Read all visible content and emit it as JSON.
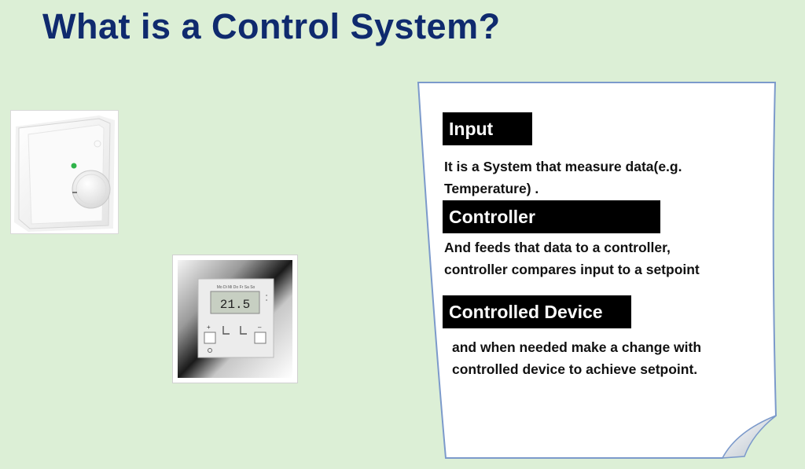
{
  "title": "What is a Control System?",
  "thermostat_display": "21.5",
  "thermostat_days": "Mo Di Mi Do Fr Sa So",
  "note": {
    "sections": [
      {
        "label": "Input",
        "desc_line1": "It is a System that measure data(e.g.",
        "desc_line2": "Temperature) ."
      },
      {
        "label": "Controller",
        "desc_line1": "And feeds that data to a controller,",
        "desc_line2": "controller compares input to a setpoint"
      },
      {
        "label": "Controlled Device",
        "desc_line1": "and when needed make a change with",
        "desc_line2": "controlled device to achieve setpoint."
      }
    ]
  }
}
